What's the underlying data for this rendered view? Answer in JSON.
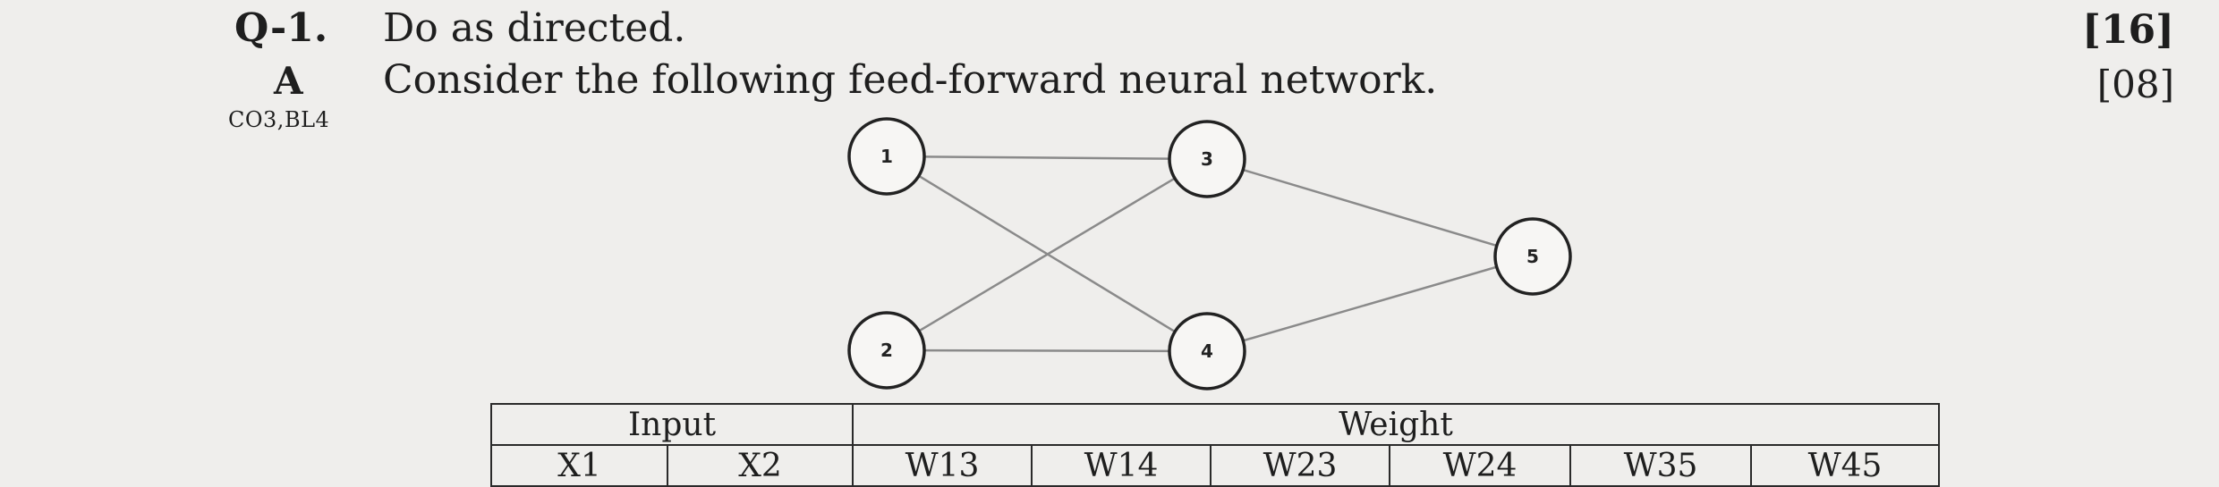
{
  "question": {
    "label": "Q-1.",
    "text": "Do as directed.",
    "marks": "[16]"
  },
  "subquestion": {
    "label": "A",
    "text": "Consider the following feed-forward neural network.",
    "marks": "[08]",
    "co_tag": "CO3,BL4"
  },
  "network": {
    "nodes": [
      "1",
      "2",
      "3",
      "4",
      "5"
    ],
    "edges": [
      [
        "1",
        "3"
      ],
      [
        "1",
        "4"
      ],
      [
        "2",
        "3"
      ],
      [
        "2",
        "4"
      ],
      [
        "3",
        "5"
      ],
      [
        "4",
        "5"
      ]
    ]
  },
  "table": {
    "group_headers": [
      "Input",
      "Weight"
    ],
    "columns": [
      "X1",
      "X2",
      "W13",
      "W14",
      "W23",
      "W24",
      "W35",
      "W45"
    ]
  }
}
